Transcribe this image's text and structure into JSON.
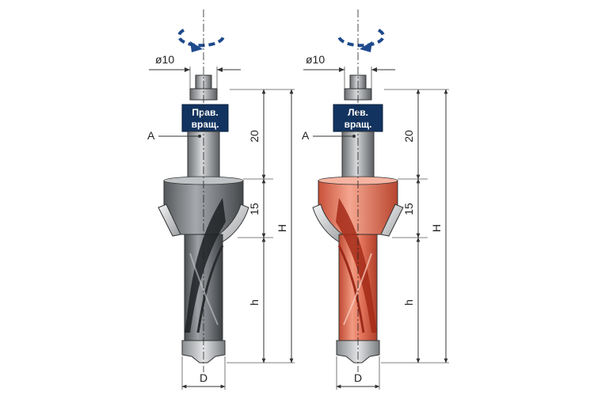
{
  "tools": [
    {
      "badge_line1": "Прав.",
      "badge_line2": "вращ.",
      "shank_diameter": "ø10",
      "shank_label": "A",
      "dim_shank": "20",
      "dim_cutter": "15",
      "dim_total": "H",
      "dim_flute": "h",
      "dim_diameter": "D",
      "rotation": "clockwise",
      "body_color": "#6e7276",
      "accent_color": "#1e4a8c"
    },
    {
      "badge_line1": "Лев.",
      "badge_line2": "вращ.",
      "shank_diameter": "ø10",
      "shank_label": "A",
      "dim_shank": "20",
      "dim_cutter": "15",
      "dim_total": "H",
      "dim_flute": "h",
      "dim_diameter": "D",
      "rotation": "counter-clockwise",
      "body_color": "#e06a4e",
      "accent_color": "#1e4a8c"
    }
  ]
}
